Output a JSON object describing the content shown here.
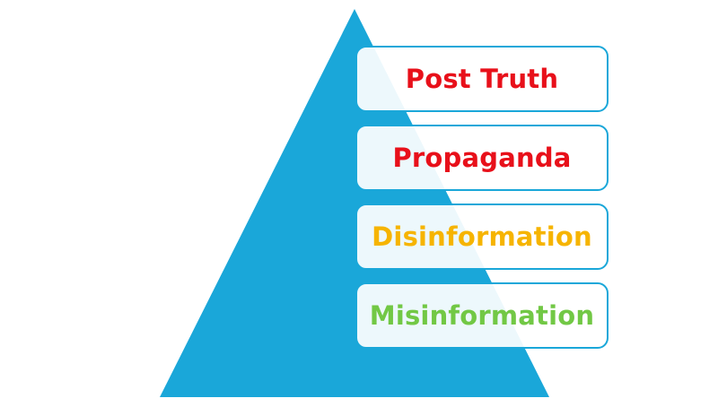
{
  "diagram": {
    "type": "pyramid",
    "shape_color": "#1aa7d9",
    "border_color": "#1aa7d9",
    "levels": [
      {
        "label": "Post Truth",
        "color": "#e8101a"
      },
      {
        "label": "Propaganda",
        "color": "#e8101a"
      },
      {
        "label": "Disinformation",
        "color": "#f6b400"
      },
      {
        "label": "Misinformation",
        "color": "#72c845"
      }
    ]
  }
}
